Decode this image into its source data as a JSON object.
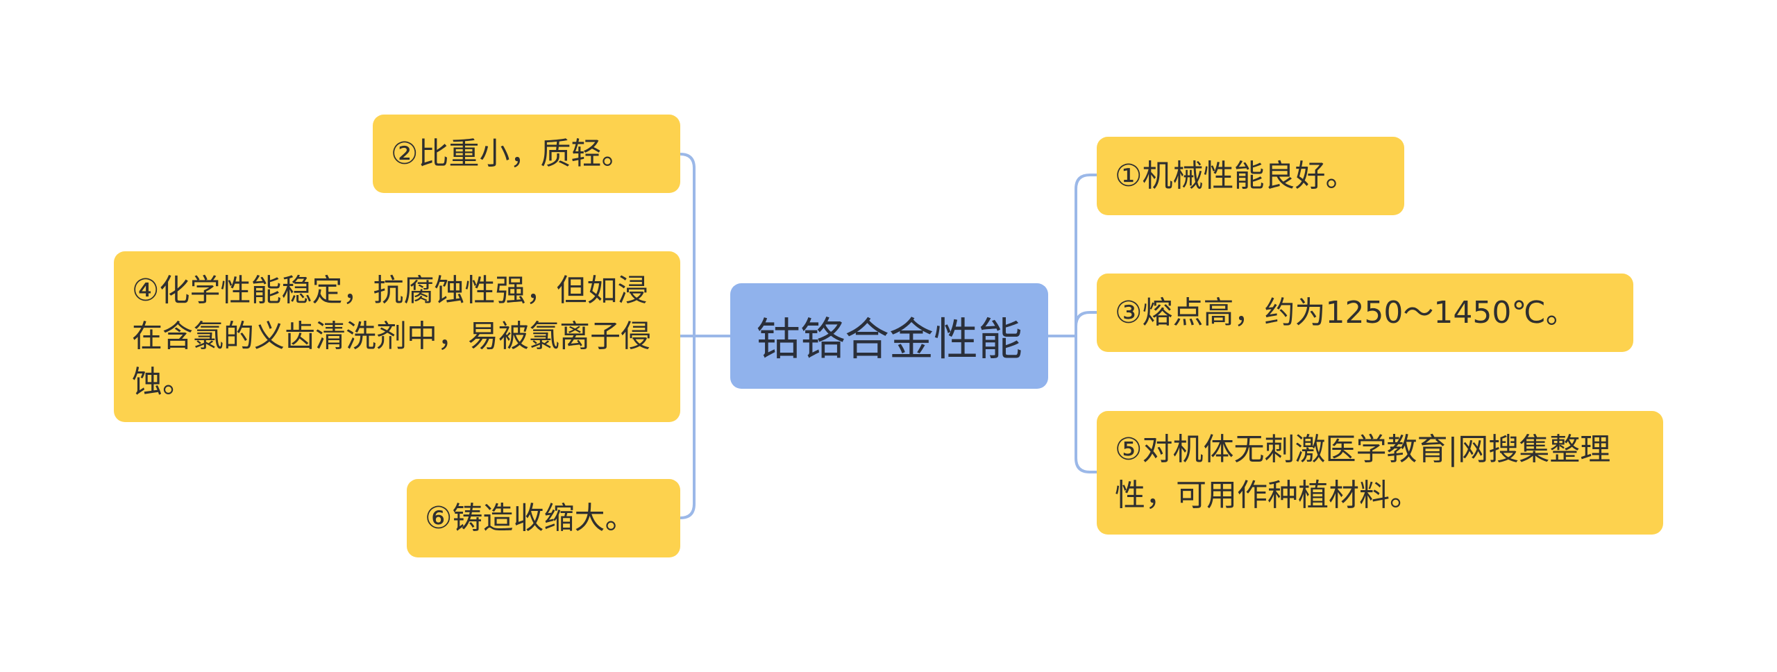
{
  "mindmap": {
    "root": {
      "label": "钴铬合金性能"
    },
    "nodes": {
      "n1": {
        "label": "①机械性能良好。"
      },
      "n2": {
        "label": "②比重小，质轻。"
      },
      "n3": {
        "label": "③熔点高，约为1250～1450℃。"
      },
      "n4": {
        "label": "④化学性能稳定，抗腐蚀性强，但如浸在含氯的义齿清洗剂中，易被氯离子侵蚀。"
      },
      "n5": {
        "label": "⑤对机体无刺激医学教育|网搜集整理性，可用作种植材料。"
      },
      "n6": {
        "label": "⑥铸造收缩大。"
      }
    },
    "colors": {
      "root_fill": "#90b2ec",
      "leaf_fill": "#fdd24e",
      "connector": "#9bb8e8"
    }
  }
}
